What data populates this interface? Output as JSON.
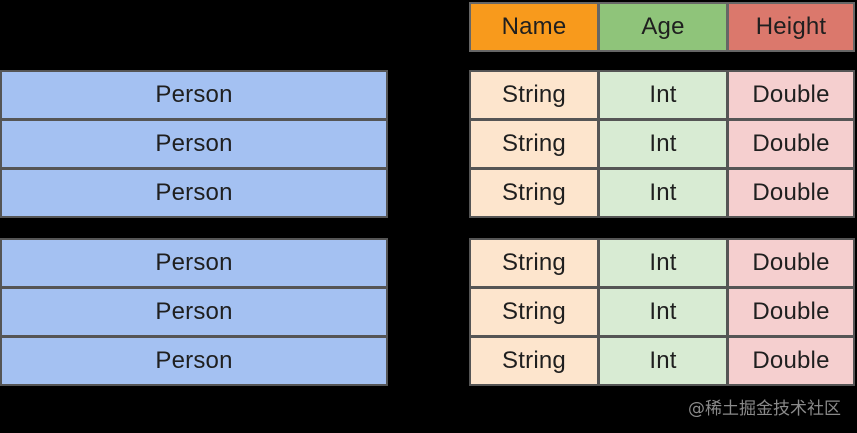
{
  "header": {
    "name": "Name",
    "age": "Age",
    "height": "Height"
  },
  "colors": {
    "name_header": "#f89a1c",
    "age_header": "#8fc47a",
    "height_header": "#db786c",
    "person_row": "#a4c1f2",
    "string_cell": "#fde5cd",
    "int_cell": "#d8ebd3",
    "double_cell": "#f5cfcf"
  },
  "groups": [
    {
      "rows": [
        {
          "person": "Person",
          "name_type": "String",
          "age_type": "Int",
          "height_type": "Double"
        },
        {
          "person": "Person",
          "name_type": "String",
          "age_type": "Int",
          "height_type": "Double"
        },
        {
          "person": "Person",
          "name_type": "String",
          "age_type": "Int",
          "height_type": "Double"
        }
      ]
    },
    {
      "rows": [
        {
          "person": "Person",
          "name_type": "String",
          "age_type": "Int",
          "height_type": "Double"
        },
        {
          "person": "Person",
          "name_type": "String",
          "age_type": "Int",
          "height_type": "Double"
        },
        {
          "person": "Person",
          "name_type": "String",
          "age_type": "Int",
          "height_type": "Double"
        }
      ]
    }
  ],
  "watermark": "@稀土掘金技术社区"
}
